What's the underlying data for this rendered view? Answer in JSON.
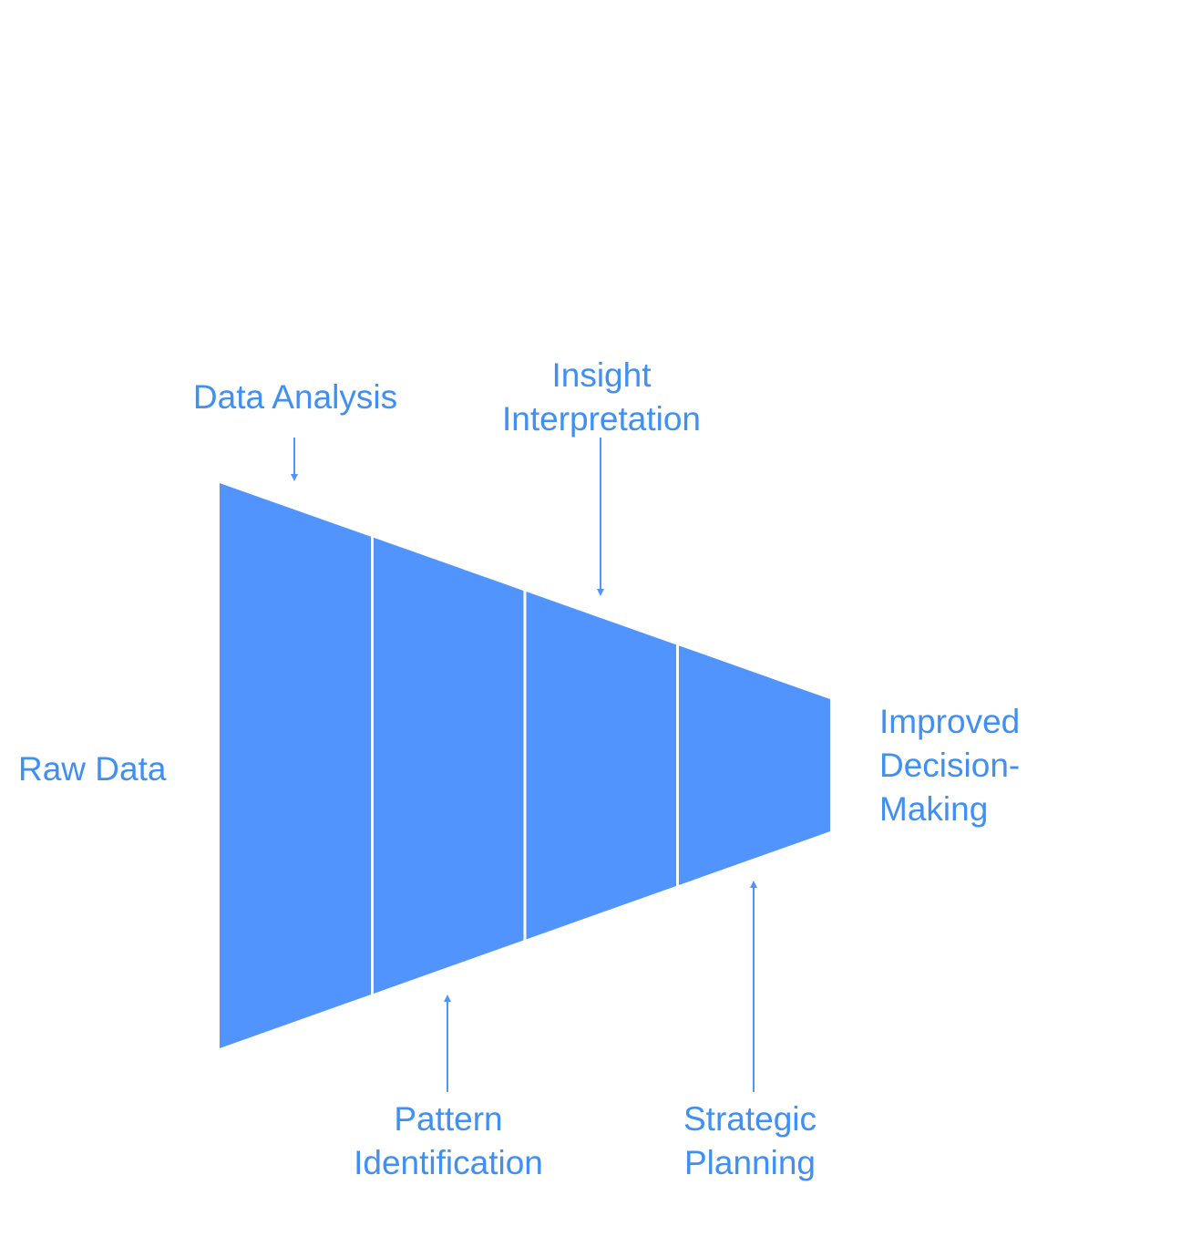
{
  "diagram": {
    "type": "funnel",
    "fill_color": "#5294fd",
    "text_color": "#3f8ff5",
    "input_label": "Raw Data",
    "output_label": [
      "Improved",
      "Decision-",
      "Making"
    ],
    "stages": [
      {
        "label": [
          "Data Analysis"
        ],
        "position": "top"
      },
      {
        "label": [
          "Pattern",
          "Identification"
        ],
        "position": "bottom"
      },
      {
        "label": [
          "Insight",
          "Interpretation"
        ],
        "position": "top"
      },
      {
        "label": [
          "Strategic",
          "Planning"
        ],
        "position": "bottom"
      }
    ]
  }
}
